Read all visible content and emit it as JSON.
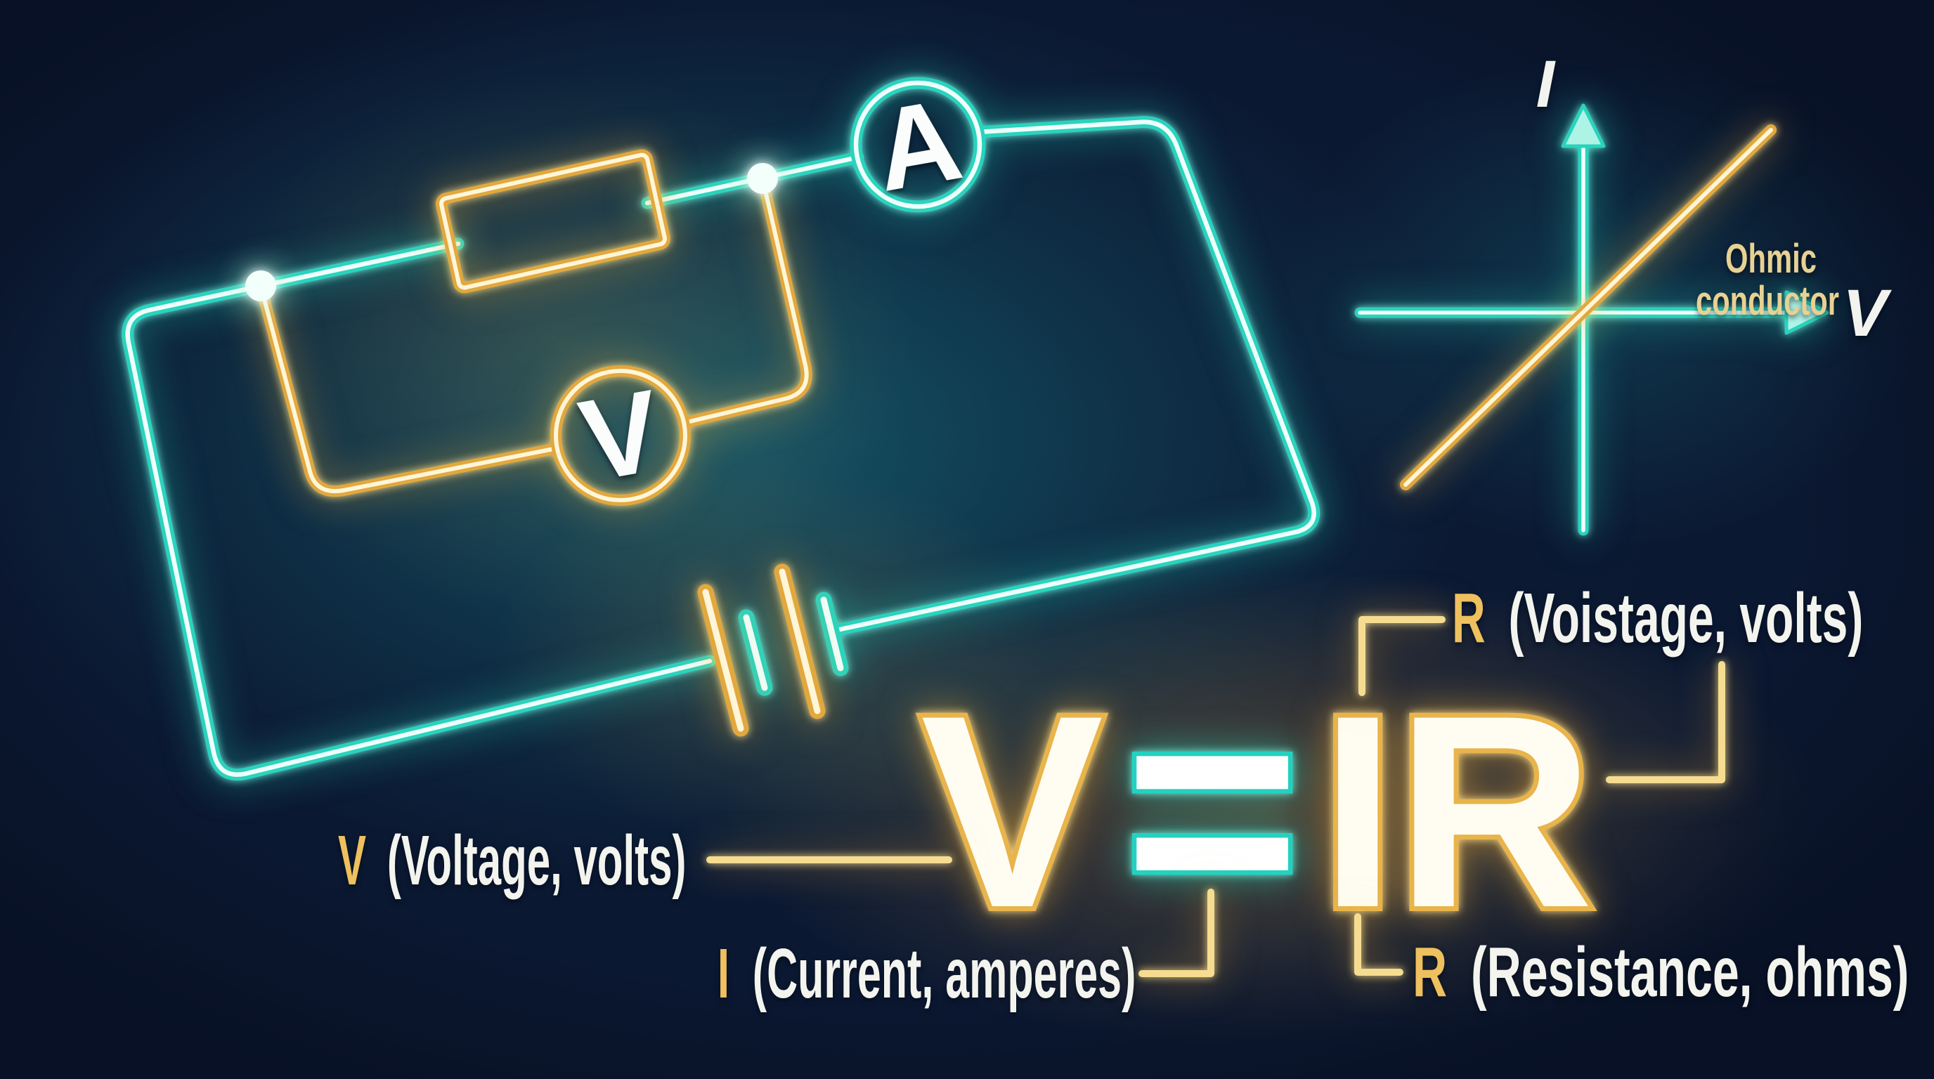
{
  "equation": {
    "lhs": "V",
    "operator": "=",
    "rhs": "IR"
  },
  "circuit": {
    "ammeter_label": "A",
    "voltmeter_label": "V"
  },
  "graph": {
    "y_axis_label": "I",
    "x_axis_label": "V",
    "annotation": {
      "line1": "Ohmic",
      "line2": "conductor"
    }
  },
  "callouts": {
    "voltage": {
      "symbol": "V",
      "desc": "(Voltage, volts)"
    },
    "current": {
      "symbol": "I",
      "desc": "(Current, amperes)"
    },
    "resistance": {
      "symbol": "R",
      "desc": "(Resistance, ohms)"
    },
    "voistage": {
      "symbol": "R",
      "desc": "(Voistage, volts)"
    }
  },
  "colors": {
    "background": "#0c1a35",
    "interior_teal": "#10424c",
    "neon_cyan": "#2ad3bd",
    "neon_gold": "#e8b44b",
    "white_text": "#f3f4ee",
    "gold_text": "#eec05e",
    "pale_gold_text": "#e7d193"
  }
}
